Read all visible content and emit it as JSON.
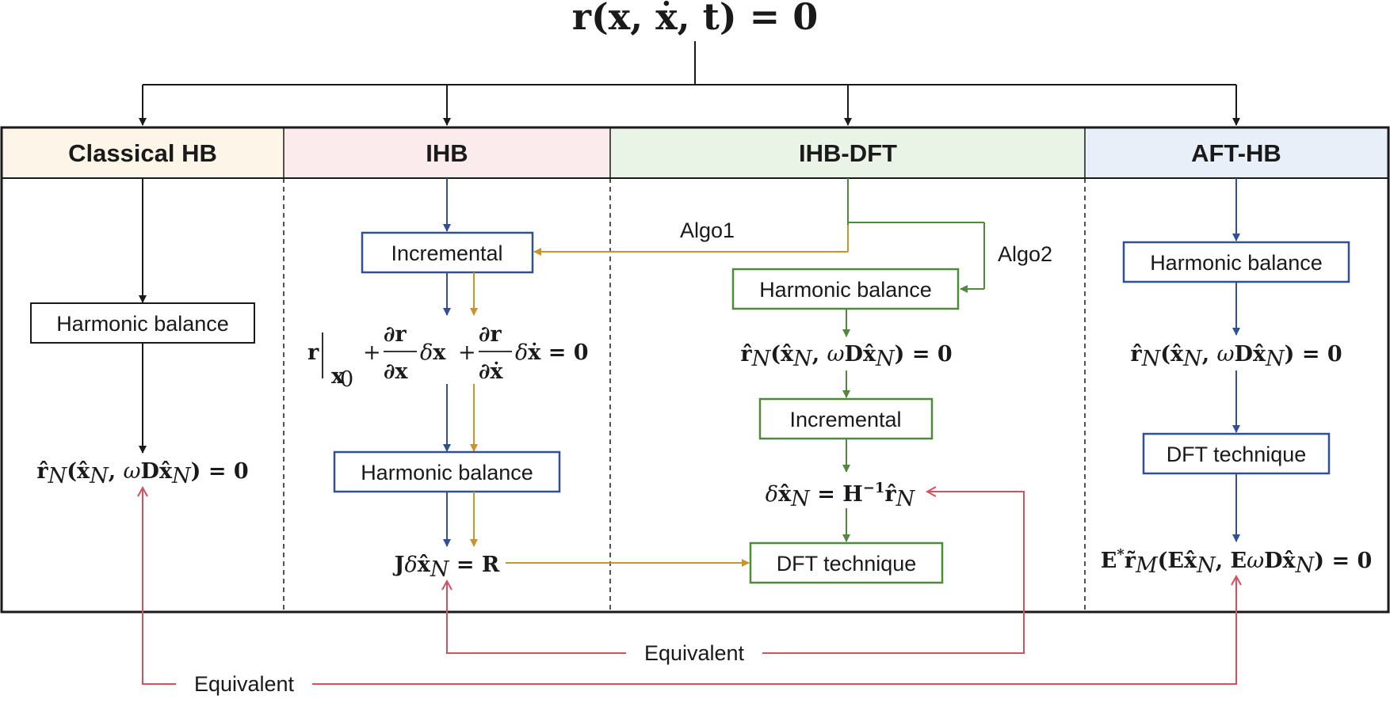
{
  "top_equation": "r(x, ẋ, t) = 0",
  "columns": [
    {
      "header": "Classical HB",
      "color": "#fdf6e8"
    },
    {
      "header": "IHB",
      "color": "#fcebec"
    },
    {
      "header": "IHB-DFT",
      "color": "#e9f3e6"
    },
    {
      "header": "AFT-HB",
      "color": "#e8eff8"
    }
  ],
  "classical": {
    "box1": "Harmonic balance",
    "eq1": "r̂_N(x̂_N, ωDx̂_N) = 0"
  },
  "ihb": {
    "box1": "Incremental",
    "eq1": "r|x₀ + ∂r/∂x δx + ∂r/∂ẋ δẋ = 0",
    "box2": "Harmonic balance",
    "eq2": "Jδx̂_N = R"
  },
  "ihbdft": {
    "algo1": "Algo1",
    "algo2": "Algo2",
    "box1": "Harmonic balance",
    "eq1": "r̂_N(x̂_N, ωDx̂_N) = 0",
    "box2": "Incremental",
    "eq2": "δx̂_N = H⁻¹r̂_N",
    "box3": "DFT technique"
  },
  "afthb": {
    "box1": "Harmonic balance",
    "eq1": "r̂_N(x̂_N, ωDx̂_N) = 0",
    "box2": "DFT technique",
    "eq2": "E*r̃_M(Ex̂_N, EωDx̂_N) = 0"
  },
  "equivalent_1": "Equivalent",
  "equivalent_2": "Equivalent",
  "colors": {
    "black": "#1a1a1a",
    "blue": "#2f4f96",
    "orange": "#c8952c",
    "green": "#4f8a3a",
    "red": "#d4505f"
  }
}
